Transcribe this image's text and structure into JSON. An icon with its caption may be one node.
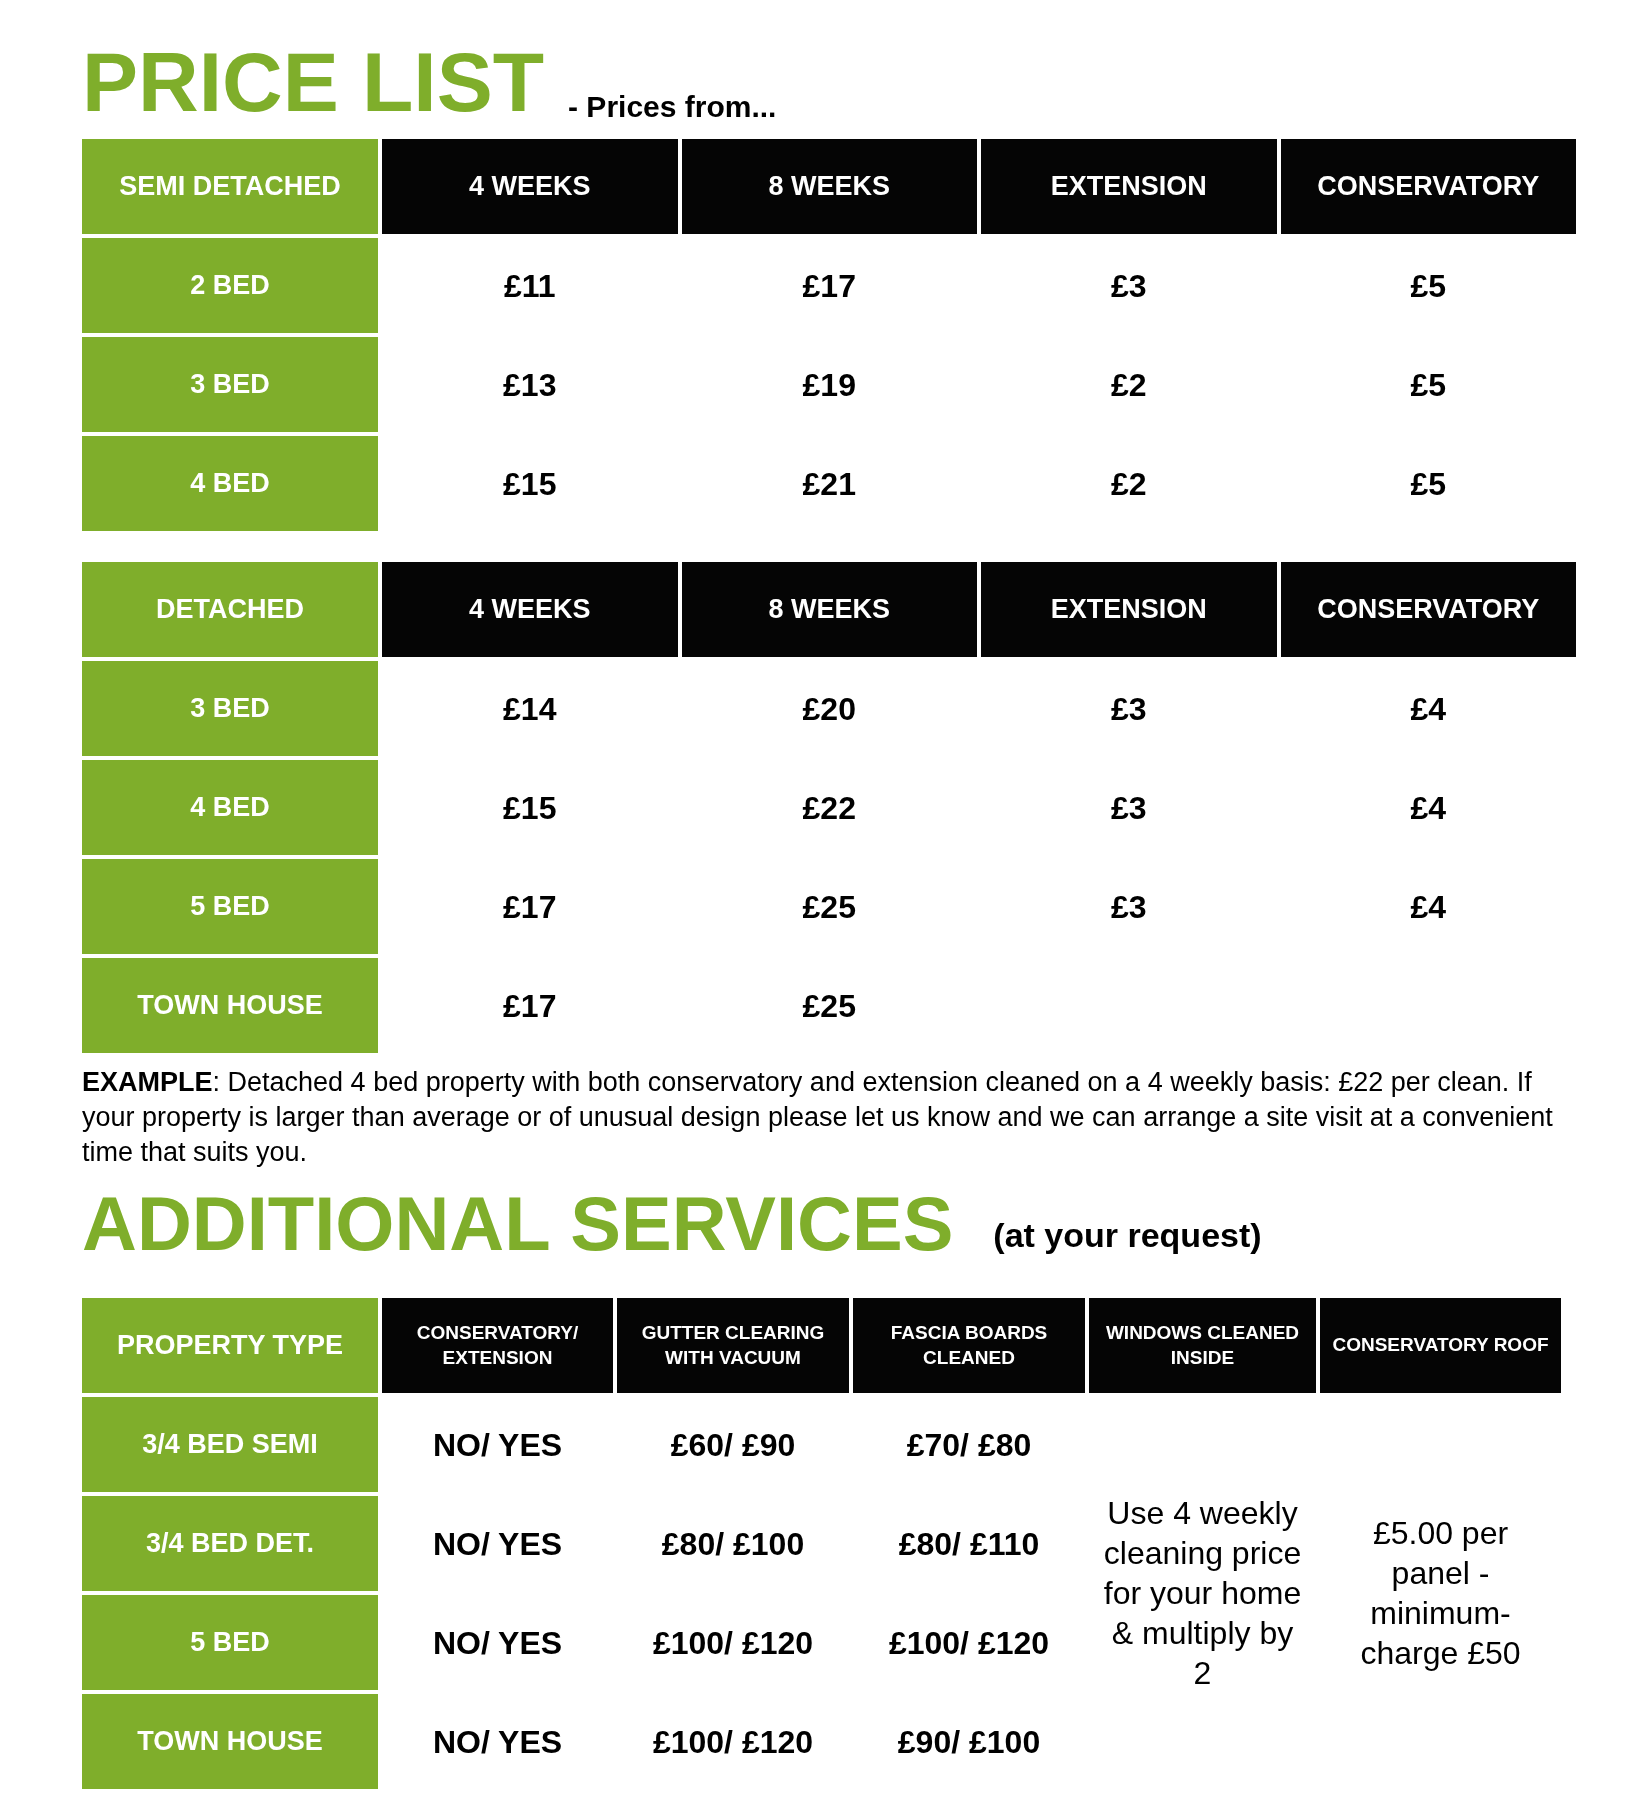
{
  "diagram": {
    "title": "PRICE LIST",
    "labels": [
      "- Prices from...",
      "SEMI DETACHED",
      "4 WEEKS",
      "8 WEEKS",
      "EXTENSION",
      "CONSERVATORY",
      "2 BED",
      "£11",
      "£17",
      "£3",
      "£5",
      "3 BED",
      "£13",
      "£19",
      "£2",
      "£5",
      "4 BED",
      "£15",
      "£21",
      "£2",
      "£5",
      "DETACHED",
      "4 WEEKS",
      "8 WEEKS",
      "EXTENSION",
      "CONSERVATORY",
      "3 BED",
      "£14",
      "£20",
      "£3",
      "£4",
      "4 BED",
      "£15",
      "£22",
      "£3",
      "£4",
      "5 BED",
      "£17",
      "£25",
      "£3",
      "£4",
      "TOWN HOUSE",
      "£17",
      "£25",
      "**EXAMPLE**: Detached 4 bed property with both conservatory and extension cleaned on a 4 weekly basis: £22 per clean. If your property is larger than average or of unusual design please let us know and we can arrange a site visit at a convenient time that suits you.",
      "ADDITIONAL SERVICES",
      "(at your request)",
      "PROPERTY TYPE",
      "CONSERVATORY/ EXTENSION",
      "GUTTER CLEARING WITH VACUUM",
      "FASCIA BOARDS CLEANED",
      "WINDOWS CLEANED INSIDE",
      "CONSERVATORY ROOF",
      "3/4 BED SEMI",
      "NO/ YES",
      "£60/ £90",
      "£70/ £80",
      "Use 4 weekly cleaning price for your home & multiply by 2",
      "£5.00 per panel - minimum-charge £50",
      "3/4 BED DET.",
      "NO/ YES",
      "£80/ £100",
      "£80/ £110",
      "5 BED",
      "NO/ YES",
      "£100/ £120",
      "£100/ £120",
      "TOWN HOUSE",
      "NO/ YES",
      "£100/ £120",
      "£90/ £100"
    ]
  }
}
